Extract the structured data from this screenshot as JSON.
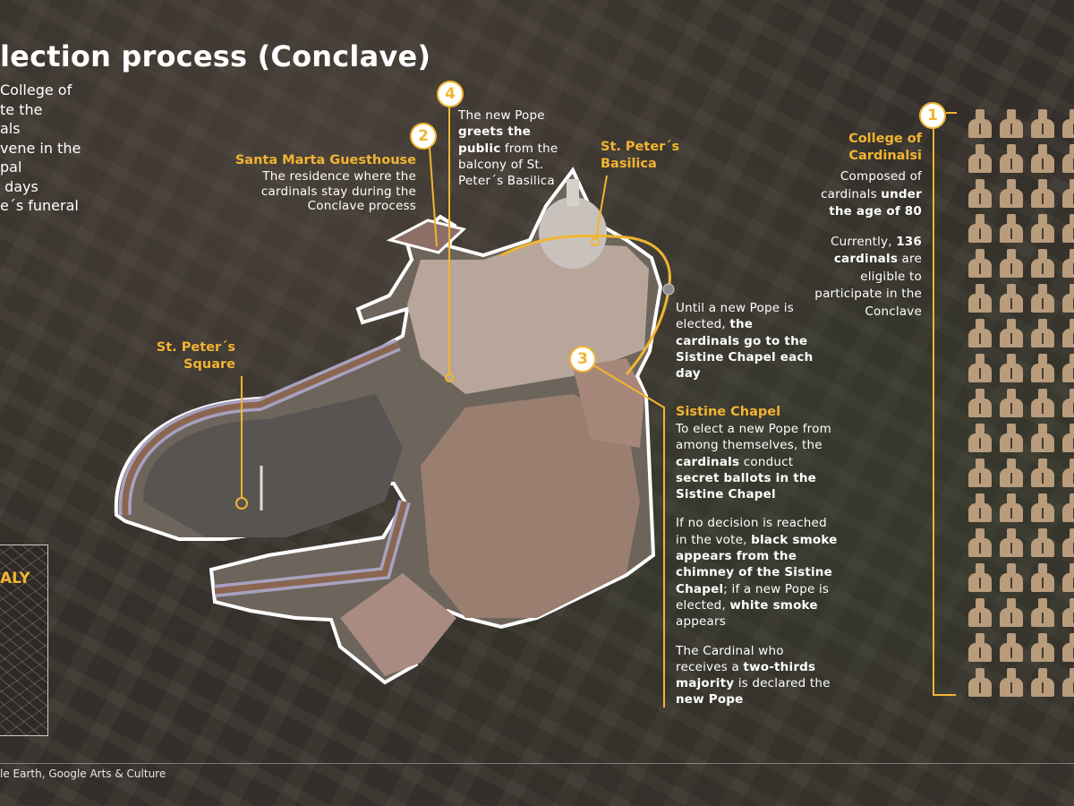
{
  "title": "lection process (Conclave)",
  "intro_lines": [
    "College of",
    "te the",
    "als",
    "vene in the",
    "pal",
    " days",
    "e´s funeral"
  ],
  "markers": {
    "one": "1",
    "two": "2",
    "three": "3",
    "four": "4"
  },
  "santa_marta": {
    "title": "Santa Marta Guesthouse",
    "lines": [
      "The residence where the",
      "cardinals stay during the",
      "Conclave process"
    ]
  },
  "new_pope": {
    "paragraphs": [
      [
        {
          "t": "The new Pope ",
          "b": false
        },
        {
          "t": "greets the public",
          "b": true
        },
        {
          "t": " from the balcony of St. Peter´s Basilica",
          "b": false
        }
      ]
    ]
  },
  "basilica": {
    "title_lines": [
      "St. Peter´s",
      "Basilica"
    ]
  },
  "square": {
    "title_lines": [
      "St. Peter´s",
      "Square"
    ]
  },
  "daily": {
    "paragraphs": [
      [
        {
          "t": "Until a new Pope is elected, ",
          "b": false
        },
        {
          "t": "the cardinals go to the Sistine Chapel each day",
          "b": true
        }
      ]
    ]
  },
  "sistine": {
    "title": "Sistine Chapel",
    "paragraphs": [
      [
        {
          "t": "To elect a new Pope from among themselves, the ",
          "b": false
        },
        {
          "t": "cardinals",
          "b": true
        },
        {
          "t": " conduct ",
          "b": false
        },
        {
          "t": "secret ballots in the Sistine Chapel",
          "b": true
        }
      ],
      [
        {
          "t": "If no decision is reached in the vote, ",
          "b": false
        },
        {
          "t": "black smoke appears from the chimney of the Sistine Chapel",
          "b": true
        },
        {
          "t": "; if a new Pope is elected, ",
          "b": false
        },
        {
          "t": "white smoke",
          "b": true
        },
        {
          "t": " appears",
          "b": false
        }
      ],
      [
        {
          "t": "The Cardinal who receives a ",
          "b": false
        },
        {
          "t": "two-thirds majority",
          "b": true
        },
        {
          "t": " is declared the ",
          "b": false
        },
        {
          "t": "new Pope",
          "b": true
        }
      ]
    ]
  },
  "college": {
    "title_lines": [
      "College of",
      "Cardinalsi"
    ],
    "paragraphs": [
      [
        {
          "t": "Composed of cardinals ",
          "b": false
        },
        {
          "t": "under the age of 80",
          "b": true
        }
      ],
      [
        {
          "t": "Currently, ",
          "b": false
        },
        {
          "t": "136",
          "b": true
        },
        {
          "t": " ",
          "b": false
        },
        {
          "t": "cardinals",
          "b": true
        },
        {
          "t": " are eligible to participate in the Conclave",
          "b": false
        }
      ]
    ]
  },
  "map": {
    "label": "ALY"
  },
  "footer": {
    "source": "le Earth, Google Arts & Culture"
  },
  "colors": {
    "accent": "#f2b431",
    "cardinal_icon": "#b89c7c"
  }
}
